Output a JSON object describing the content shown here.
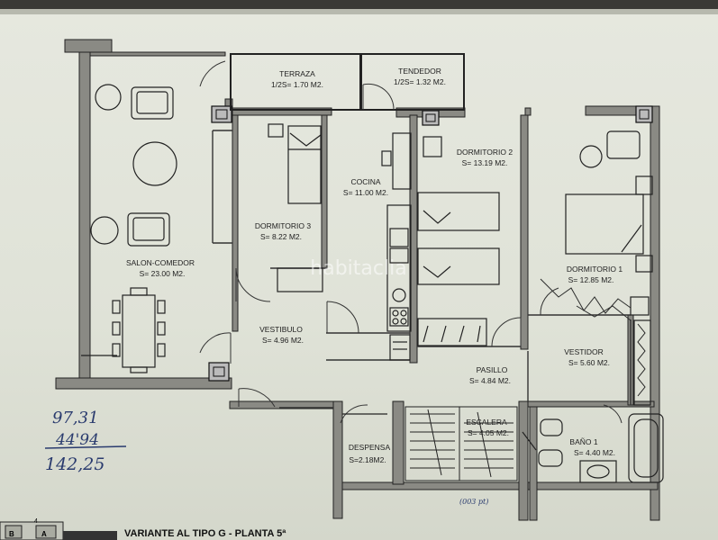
{
  "rooms": {
    "terraza": {
      "name": "TERRAZA",
      "area": "1/2S= 1.70 M2."
    },
    "tendedor": {
      "name": "TENDEDOR",
      "area": "1/2S= 1.32 M2."
    },
    "dormitorio2": {
      "name": "DORMITORIO 2",
      "area": "S= 13.19 M2."
    },
    "cocina": {
      "name": "COCINA",
      "area": "S= 11.00 M2."
    },
    "dormitorio3": {
      "name": "DORMITORIO 3",
      "area": "S= 8.22 M2."
    },
    "salon": {
      "name": "SALON-COMEDOR",
      "area": "S= 23.00 M2."
    },
    "dormitorio1": {
      "name": "DORMITORIO 1",
      "area": "S= 12.85 M2."
    },
    "vestibulo": {
      "name": "VESTIBULO",
      "area": "S= 4.96 M2."
    },
    "vestidor": {
      "name": "VESTIDOR",
      "area": "S= 5.60 M2."
    },
    "pasillo": {
      "name": "PASILLO",
      "area": "S= 4.84 M2."
    },
    "escalera": {
      "name": "ESCALERA",
      "area": "S= 4.05 M2."
    },
    "bano1": {
      "name": "BAÑO 1",
      "area": "S= 4.40 M2."
    },
    "despensa": {
      "name": "DESPENSA",
      "area": "S=2.18M2."
    }
  },
  "handwritten": {
    "line1": "97,31",
    "line2": "44'94",
    "sum": "142,25",
    "note": "(003 pt)"
  },
  "watermark": "habitaclia",
  "footer": {
    "title": "VARIANTE AL TIPO G - PLANTA 5ª",
    "key_b": "B",
    "key_a": "A",
    "key_num": "4"
  }
}
